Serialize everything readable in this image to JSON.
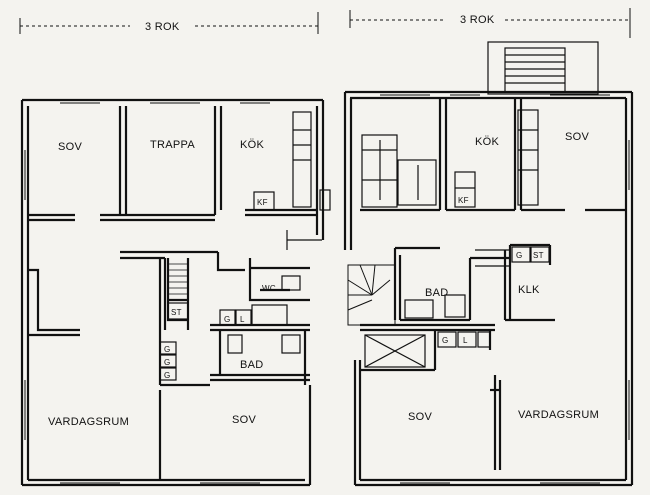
{
  "plans": [
    {
      "header": "3 ROK",
      "rooms": {
        "sov": "SOV",
        "trappa": "TRAPPA",
        "kok": "KÖK",
        "kf": "KF",
        "wc": "WC",
        "st": "ST",
        "g": "G",
        "l": "L",
        "g_stack_1": "G",
        "g_stack_2": "G",
        "g_stack_3": "G",
        "bad": "BAD",
        "vardagsrum": "VARDAGSRUM",
        "sov_lower": "SOV"
      }
    },
    {
      "header": "3 ROK",
      "rooms": {
        "kok": "KÖK",
        "sov": "SOV",
        "kf": "KF",
        "g": "G",
        "st": "ST",
        "bad": "BAD",
        "klk": "KLK",
        "g_lower": "G",
        "l_lower": "L",
        "sov_lower": "SOV",
        "vardagsrum": "VARDAGSRUM"
      }
    }
  ]
}
